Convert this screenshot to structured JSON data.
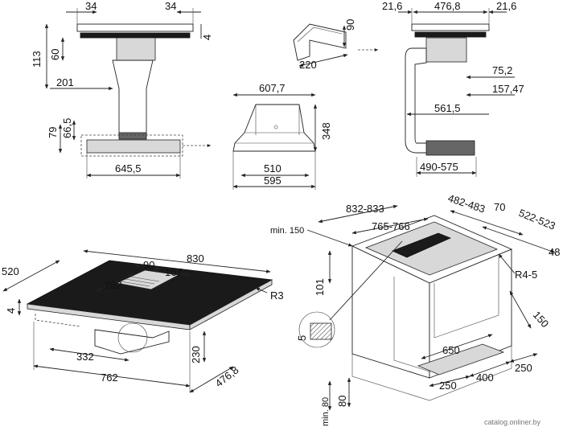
{
  "views": {
    "front": {
      "labels": [
        "34",
        "34",
        "4",
        "113",
        "60",
        "201",
        "79",
        "66,5",
        "645,5"
      ]
    },
    "detail": {
      "labels": [
        "90",
        "220"
      ]
    },
    "side": {
      "labels": [
        "21,6",
        "476,8",
        "21,6",
        "75,2",
        "157,47",
        "561,5",
        "490-575"
      ]
    },
    "hood": {
      "labels": [
        "607,7",
        "348",
        "510",
        "595"
      ]
    },
    "hob": {
      "labels": [
        "520",
        "830",
        "90",
        "262",
        "167",
        "R3",
        "4",
        "332",
        "230",
        "762",
        "476,8"
      ]
    },
    "cabinet": {
      "labels": [
        "min. 150",
        "832-833",
        "765-766",
        "482-483",
        "70",
        "522-523",
        "48",
        "R4-5",
        "101",
        "5",
        "150",
        "650",
        "250",
        "400",
        "250",
        "min. 80",
        "80"
      ]
    }
  },
  "watermark": "catalog.onliner.by"
}
